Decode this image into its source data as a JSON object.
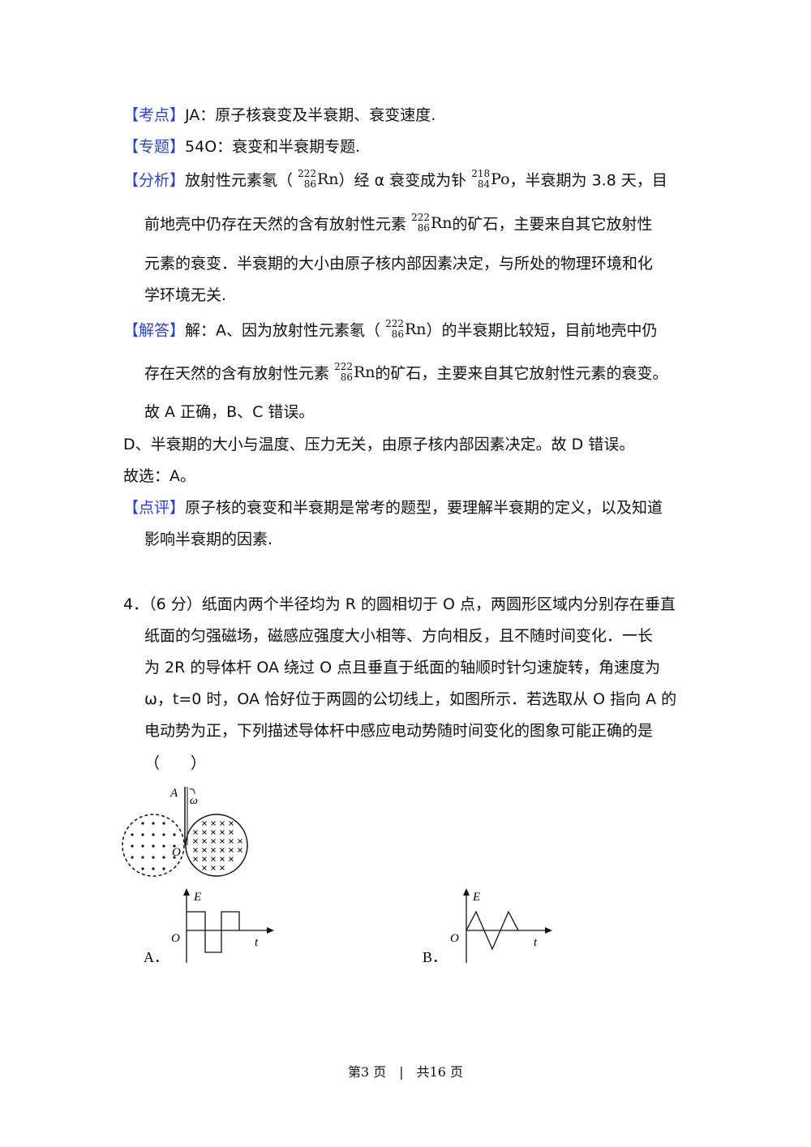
{
  "kaodian": {
    "tag": "【考点】",
    "text": "JA：原子核衰变及半衰期、衰变速度."
  },
  "zhuanti": {
    "tag": "【专题】",
    "text": "54O：衰变和半衰期专题."
  },
  "fenxi": {
    "tag": "【分析】",
    "l1a": "放射性元素氡（",
    "l1b": "）经 α 衰变成为钋",
    "l1c": "，半衰期为 3.8 天，目",
    "l2a": "前地壳中仍存在天然的含有放射性元素",
    "l2b": "的矿石，主要来自其它放射性",
    "l3": "元素的衰变．半衰期的大小由原子核内部因素决定，与所处的物理环境和化",
    "l4": "学环境无关."
  },
  "jieda": {
    "tag": "【解答】",
    "l1a": "解：A、因为放射性元素氡（",
    "l1b": "）的半衰期比较短，目前地壳中仍",
    "l2a": "存在天然的含有放射性元素",
    "l2b": "的矿石，主要来自其它放射性元素的衰变。",
    "l3": "故 A 正确，B、C 错误。",
    "l4": "D、半衰期的大小与温度、压力无关，由原子核内部因素决定。故 D 错误。",
    "l5": "故选：A。"
  },
  "dianping": {
    "tag": "【点评】",
    "l1": "原子核的衰变和半衰期是常考的题型，要理解半衰期的定义，以及知道",
    "l2": "影响半衰期的因素."
  },
  "nuclides": {
    "rn": {
      "mass": "222",
      "atomic": "86",
      "symbol": "Rn"
    },
    "po": {
      "mass": "218",
      "atomic": "84",
      "symbol": "Po"
    }
  },
  "question": {
    "l1": "4．（6 分）纸面内两个半径均为 R 的圆相切于 O 点，两圆形区域内分别存在垂直",
    "l2": "纸面的匀强磁场，磁感应强度大小相等、方向相反，且不随时间变化．一长",
    "l3": "为 2R 的导体杆 OA 绕过 O 点且垂直于纸面的轴顺时针匀速旋转，角速度为",
    "l4": "ω，t=0 时，OA 恰好位于两圆的公切线上，如图所示．若选取从 O 指向 A 的",
    "l5": "电动势为正，下列描述导体杆中感应电动势随时间变化的图象可能正确的是",
    "l6": "（　　）"
  },
  "figure": {
    "A": "A",
    "O": "O",
    "omega": "ω"
  },
  "optA": {
    "label": "A．",
    "E": "E",
    "O": "O",
    "t": "t"
  },
  "optB": {
    "label": "B．",
    "E": "E",
    "O": "O",
    "t": "t"
  },
  "footer": "第3 页　|　共16 页"
}
